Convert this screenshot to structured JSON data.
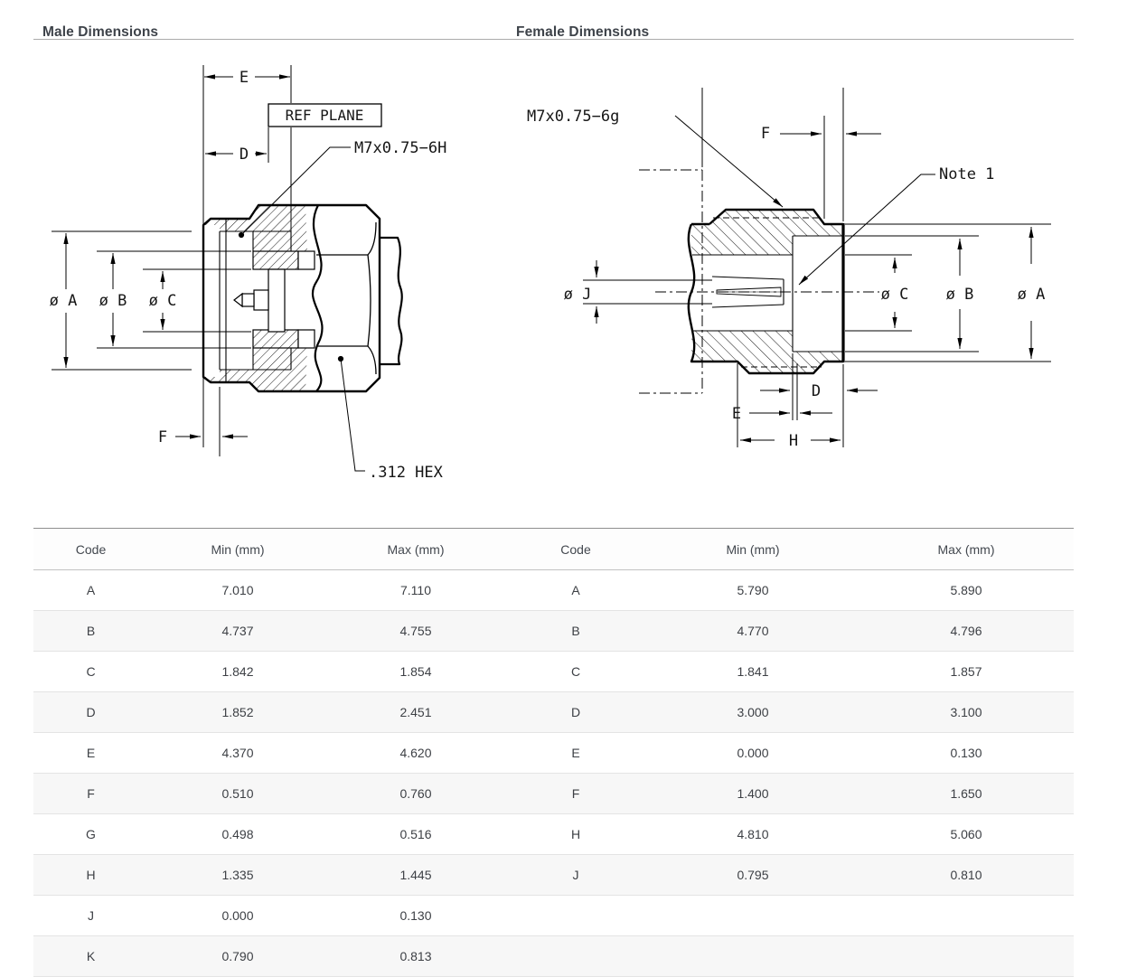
{
  "page": {
    "male_title": "Male Dimensions",
    "female_title": "Female Dimensions"
  },
  "male_drawing": {
    "dim_e": "E",
    "dim_d": "D",
    "dim_f": "F",
    "ref_plane": "REF PLANE",
    "thread_label": "M7x0.75−6H",
    "dia_a": "ø A",
    "dia_b": "ø B",
    "dia_c": "ø C",
    "hex_label": ".312 HEX"
  },
  "female_drawing": {
    "thread_label": "M7x0.75−6g",
    "note_label": "Note 1",
    "dim_f": "F",
    "dim_d": "D",
    "dim_e": "E",
    "dim_h": "H",
    "dia_j": "ø J",
    "dia_c": "ø C",
    "dia_b": "ø B",
    "dia_a": "ø A"
  },
  "table": {
    "headers": [
      "Code",
      "Min (mm)",
      "Max (mm)",
      "Code",
      "Min (mm)",
      "Max (mm)"
    ],
    "rows": [
      [
        "A",
        "7.010",
        "7.110",
        "A",
        "5.790",
        "5.890"
      ],
      [
        "B",
        "4.737",
        "4.755",
        "B",
        "4.770",
        "4.796"
      ],
      [
        "C",
        "1.842",
        "1.854",
        "C",
        "1.841",
        "1.857"
      ],
      [
        "D",
        "1.852",
        "2.451",
        "D",
        "3.000",
        "3.100"
      ],
      [
        "E",
        "4.370",
        "4.620",
        "E",
        "0.000",
        "0.130"
      ],
      [
        "F",
        "0.510",
        "0.760",
        "F",
        "1.400",
        "1.650"
      ],
      [
        "G",
        "0.498",
        "0.516",
        "H",
        "4.810",
        "5.060"
      ],
      [
        "H",
        "1.335",
        "1.445",
        "J",
        "0.795",
        "0.810"
      ],
      [
        "J",
        "0.000",
        "0.130",
        "",
        "",
        ""
      ],
      [
        "K",
        "0.790",
        "0.813",
        "",
        "",
        ""
      ]
    ]
  },
  "colors": {
    "line": "#000000",
    "title_text": "#3e434a",
    "stripe": "#f7f7f7",
    "row_border": "#e4e4e4",
    "header_border": "#c2c2c2",
    "table_top_border": "#8f8f8f"
  }
}
